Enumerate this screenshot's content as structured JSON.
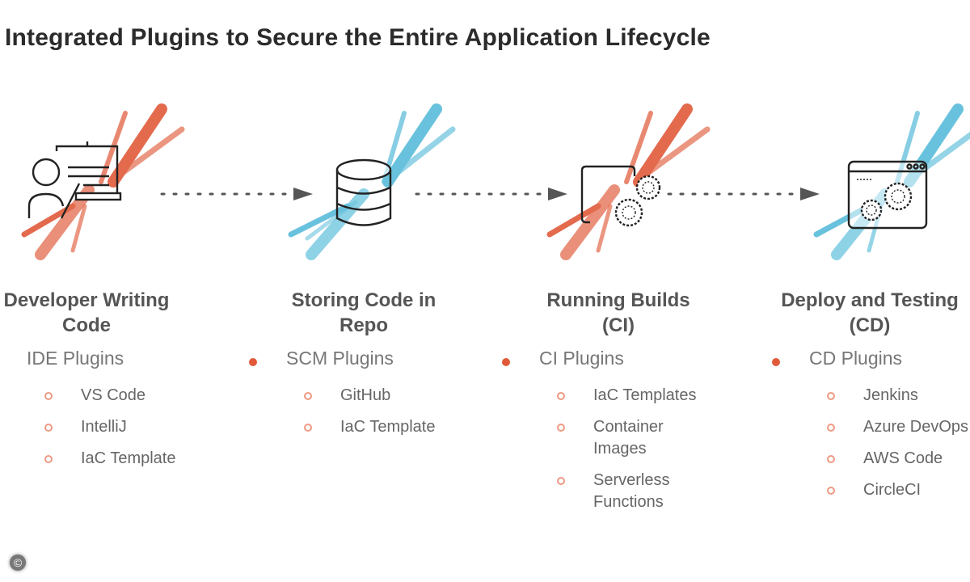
{
  "title": "Integrated Plugins to Secure the Entire Application Lifecycle",
  "colors": {
    "orange": "#e05a3a",
    "blue": "#4fb8d8",
    "text": "#555555"
  },
  "stages": [
    {
      "title_lines": [
        "Developer Writing",
        "Code"
      ],
      "icon": "developer-presentation-icon",
      "plugin": "IDE Plugins",
      "items": [
        [
          "VS Code"
        ],
        [
          "IntelliJ"
        ],
        [
          "IaC Template"
        ]
      ]
    },
    {
      "title_lines": [
        "Storing Code in",
        "Repo"
      ],
      "icon": "database-icon",
      "plugin": "SCM Plugins",
      "items": [
        [
          "GitHub"
        ],
        [
          "IaC Template"
        ]
      ]
    },
    {
      "title_lines": [
        "Running Builds",
        "(CI)"
      ],
      "icon": "build-gears-icon",
      "plugin": "CI Plugins",
      "items": [
        [
          "IaC Templates"
        ],
        [
          "Container",
          "Images"
        ],
        [
          "Serverless",
          "Functions"
        ]
      ]
    },
    {
      "title_lines": [
        "Deploy and Testing",
        "(CD)"
      ],
      "icon": "deploy-window-gears-icon",
      "plugin": "CD Plugins",
      "items": [
        [
          "Jenkins"
        ],
        [
          "Azure DevOps"
        ],
        [
          "AWS Code"
        ],
        [
          "CircleCI"
        ]
      ]
    }
  ],
  "copyright_symbol": "©"
}
